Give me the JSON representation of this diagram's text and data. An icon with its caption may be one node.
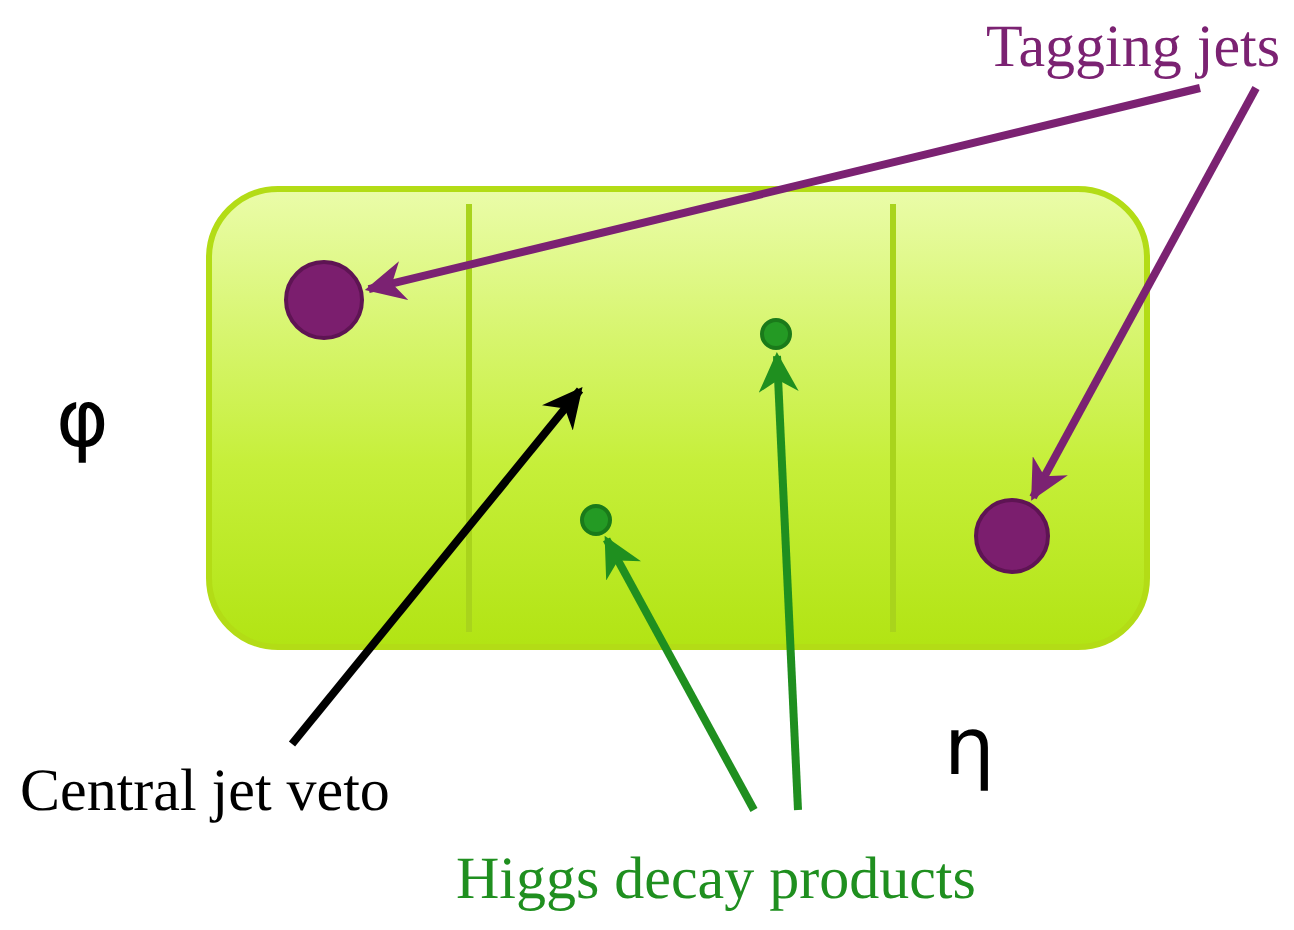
{
  "diagram": {
    "nodes": [
      {
        "text": [],
        "shape": "box"
      },
      {
        "text": [
          "Tagging jets"
        ]
      },
      {
        "text": [],
        "shape": "circle",
        "in": 0
      },
      {
        "text": [],
        "shape": "circle",
        "in": 0
      },
      {
        "text": [],
        "shape": "circle",
        "in": 0
      },
      {
        "text": [],
        "shape": "circle",
        "in": 0
      },
      {
        "text": [
          "Central jet veto"
        ]
      },
      {
        "text": [
          "Higgs decay products"
        ]
      }
    ],
    "edges": [
      {
        "from": 1,
        "to": 2,
        "arrow": "to",
        "color": "#7b2272"
      },
      {
        "from": 1,
        "to": 5,
        "arrow": "to",
        "color": "#7b2272"
      },
      {
        "from": 6,
        "to": null,
        "arrow": "to",
        "color": "#000000"
      },
      {
        "from": 7,
        "to": 4,
        "arrow": "to",
        "color": "#1f8f1f"
      },
      {
        "from": 7,
        "to": 3,
        "arrow": "to",
        "color": "#1f8f1f"
      }
    ],
    "labels": [
      "φ",
      "η"
    ]
  }
}
